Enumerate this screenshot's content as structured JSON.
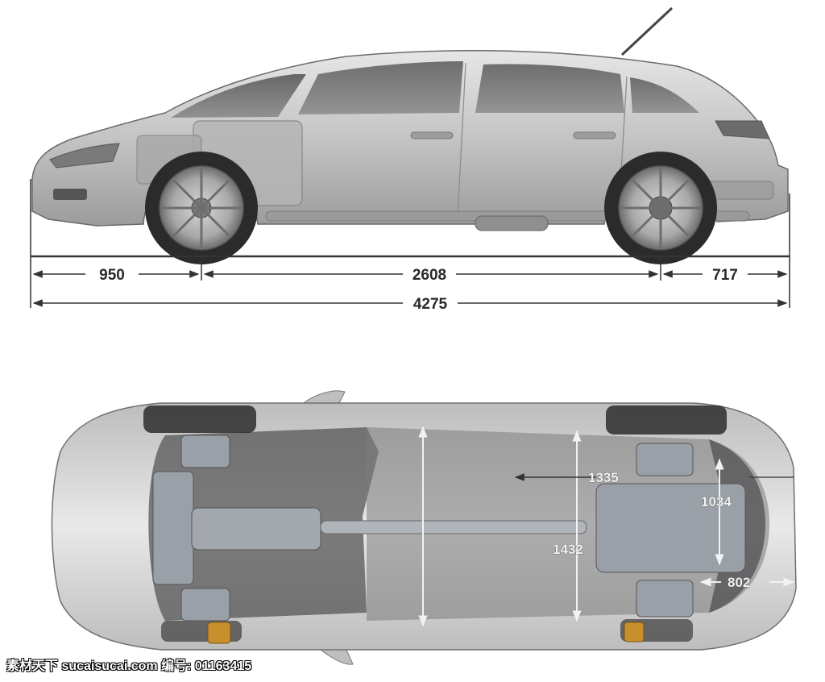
{
  "side_view": {
    "dimensions": {
      "front_overhang": "950",
      "wheelbase": "2608",
      "rear_overhang": "717",
      "overall_length": "4275"
    }
  },
  "top_view": {
    "dimensions": {
      "rear_track": "1335",
      "front_track": "1432",
      "engine_dim": "1034",
      "nose_dim": "802"
    }
  },
  "watermark": {
    "text": "素材天下 sucaisucai.com  编号: 01163415"
  },
  "colors": {
    "body": "#c9c9c9",
    "glass": "#5e5e5e",
    "tire": "#2b2b2b",
    "mechanical": "#8a8f96",
    "dimension_line": "#333333",
    "highlight": "#c8902c"
  }
}
